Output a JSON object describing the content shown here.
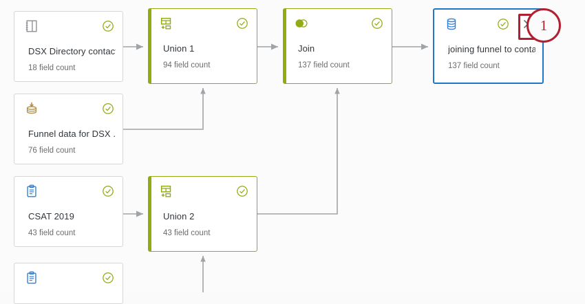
{
  "canvas": {
    "background": "#fbfbfb",
    "accent_green": "#93aa10",
    "accent_blue": "#1f77c4",
    "annotation_red": "#b02030",
    "connector_grey": "#a0a4a7"
  },
  "nodes": [
    {
      "id": "dsx",
      "icon": "directory-contacts-icon",
      "title": "DSX Directory contacts",
      "subtitle": "18 field count",
      "status": "valid-check-icon",
      "accent": "none",
      "selected": false,
      "closable": false
    },
    {
      "id": "funnel",
      "icon": "data-import-icon",
      "title": "Funnel data for DSX ...",
      "subtitle": "76 field count",
      "status": "valid-check-icon",
      "accent": "none",
      "selected": false,
      "closable": false
    },
    {
      "id": "csat",
      "icon": "survey-clipboard-icon",
      "title": "CSAT 2019",
      "subtitle": "43 field count",
      "status": "valid-check-icon",
      "accent": "none",
      "selected": false,
      "closable": false
    },
    {
      "id": "partial",
      "icon": "survey-clipboard-icon",
      "title": "",
      "subtitle": "",
      "status": "valid-check-icon",
      "accent": "none",
      "selected": false,
      "closable": false
    },
    {
      "id": "union1",
      "icon": "union-icon",
      "title": "Union 1",
      "subtitle": "94 field count",
      "status": "valid-check-icon",
      "accent": "green",
      "selected": false,
      "closable": false
    },
    {
      "id": "union2",
      "icon": "union-icon",
      "title": "Union 2",
      "subtitle": "43 field count",
      "status": "valid-check-icon",
      "accent": "green",
      "selected": false,
      "closable": false
    },
    {
      "id": "join",
      "icon": "join-venn-icon",
      "title": "Join",
      "subtitle": "137 field count",
      "status": "valid-check-icon",
      "accent": "green",
      "selected": false,
      "closable": false
    },
    {
      "id": "target",
      "icon": "database-icon",
      "title": "joining funnel to conta...",
      "subtitle": "137 field count",
      "status": "valid-check-icon",
      "accent": "none",
      "selected": true,
      "closable": true
    }
  ],
  "annotation": {
    "badge_number": "1",
    "target_element": "close-icon",
    "color": "#b02030"
  }
}
